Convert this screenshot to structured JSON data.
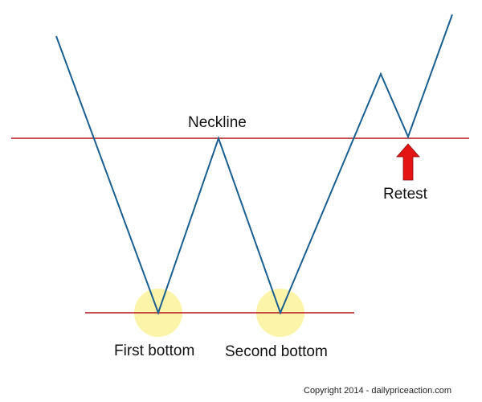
{
  "diagram": {
    "neckline_label": "Neckline",
    "first_bottom_label": "First bottom",
    "second_bottom_label": "Second bottom",
    "retest_label": "Retest",
    "copyright": "Copyright 2014 - dailypriceaction.com"
  },
  "colors": {
    "price_line": "#1a5f8f",
    "level_line": "#b3121b",
    "highlight": "#fbf39a",
    "arrow": "#e31414"
  }
}
